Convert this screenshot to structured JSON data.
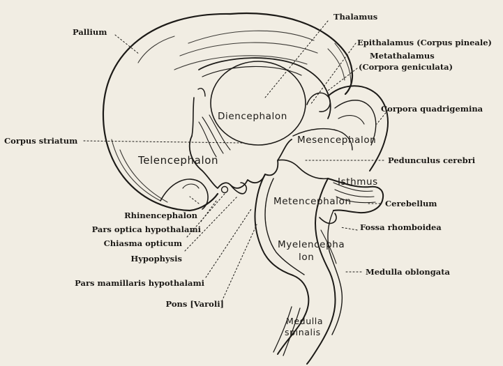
{
  "labels": {
    "pallium": "Pallium",
    "thalamus": "Thalamus",
    "epithalamus": "Epithalamus (Corpus pineale)",
    "metathalamus_1": "Metathalamus",
    "metathalamus_2": "(Corpora geniculata)",
    "corpora_quadrigemina": "Corpora quadrigemina",
    "corpus_striatum": "Corpus striatum",
    "pedunculus_cerebri": "Pedunculus cerebri",
    "cerebellum": "Cerebellum",
    "fossa_rhomboidea": "Fossa rhomboidea",
    "medulla_oblongata": "Medulla oblongata",
    "rhinencephalon": "Rhinencephalon",
    "pars_optica": "Pars optica hypothalami",
    "chiasma": "Chiasma opticum",
    "hypophysis": "Hypophysis",
    "pars_mamillaris": "Pars mamillaris hypothalami",
    "pons": "Pons [Varoli]"
  },
  "regions": {
    "diencephalon": "Diencephalon",
    "telencephalon": "Telencephalon",
    "mesencephalon": "Mesencephalon",
    "isthmus": "Isthmus",
    "metencephalon": "Metencephalon",
    "myelencephalon_1": "Myelencepha",
    "myelencephalon_2": "lon",
    "medulla_spinalis_1": "Medulla",
    "medulla_spinalis_2": "spinalis"
  },
  "colors": {
    "ink": "#1c1a17",
    "paper": "#f1ede3"
  }
}
